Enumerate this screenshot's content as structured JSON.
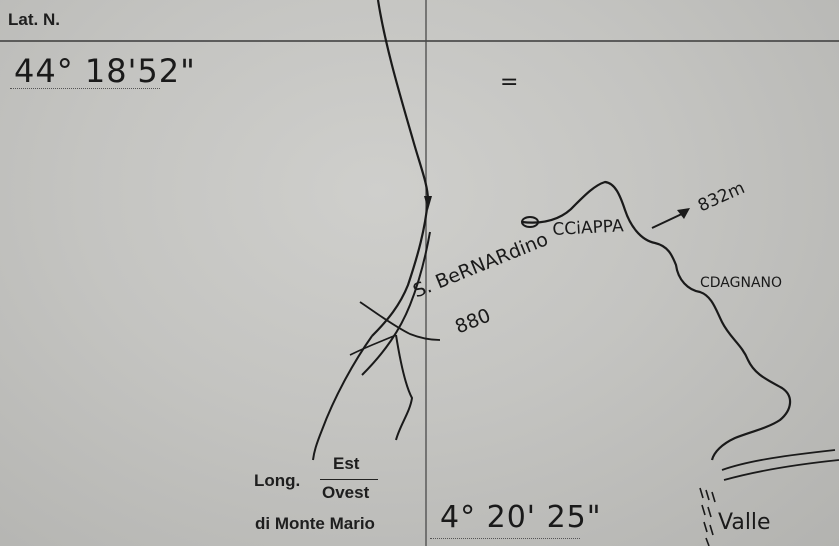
{
  "header": {
    "lat_label": "Lat. N.",
    "lat_value": "44° 18'52\""
  },
  "footer": {
    "long_label": "Long.",
    "long_est": "Est",
    "long_ovest": "Ovest",
    "long_ref": "di Monte Mario",
    "lon_value": "4° 20' 25\""
  },
  "map": {
    "labels": {
      "s_bernardino": "S. BeRNARdino",
      "elevation_880": "880",
      "c_ciappa": "CCiAPPA",
      "elevation_832": "832m",
      "c_dagnano": "CDAGNANO",
      "valle": "Valle",
      "mark": "="
    },
    "ink_color": "#1a1a1a",
    "paper_color": "#c6c6c3"
  }
}
